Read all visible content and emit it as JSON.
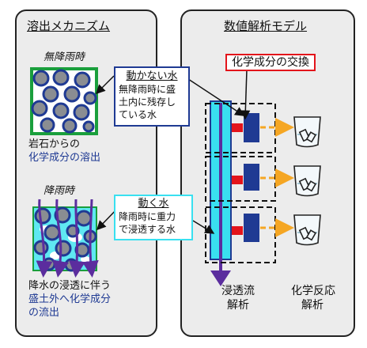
{
  "left_panel": {
    "title": "溶出メカニズム",
    "no_rain_label": "無降雨時",
    "caption_top_line1": "岩石からの",
    "caption_top_line2": "化学成分の溶出",
    "rain_label": "降雨時",
    "caption_bottom_line1": "降水の浸透に伴う",
    "caption_bottom_line2": "盛土外へ化学成分",
    "caption_bottom_line3": "の流出"
  },
  "right_panel": {
    "title": "数値解析モデル",
    "exchange_label": "化学成分の交換",
    "seepage_label_line1": "浸透流",
    "seepage_label_line2": "解析",
    "reaction_label_line1": "化学反応",
    "reaction_label_line2": "解析"
  },
  "callout_still": {
    "heading": "動かない水",
    "line1": "無降雨時に盛",
    "line2": "土内に残存し",
    "line3": "ている水"
  },
  "callout_moving": {
    "heading": "動く水",
    "line1": "降雨時に重力",
    "line2": "で浸透する水"
  },
  "colors": {
    "navy": "#1f3a93",
    "cyan": "#39e0f0",
    "red": "#e3141b",
    "green_border": "#1a9f3c",
    "orange_arrow": "#f5a623",
    "purple_arrow": "#5b2d9e",
    "rock": "#8a8d92"
  }
}
